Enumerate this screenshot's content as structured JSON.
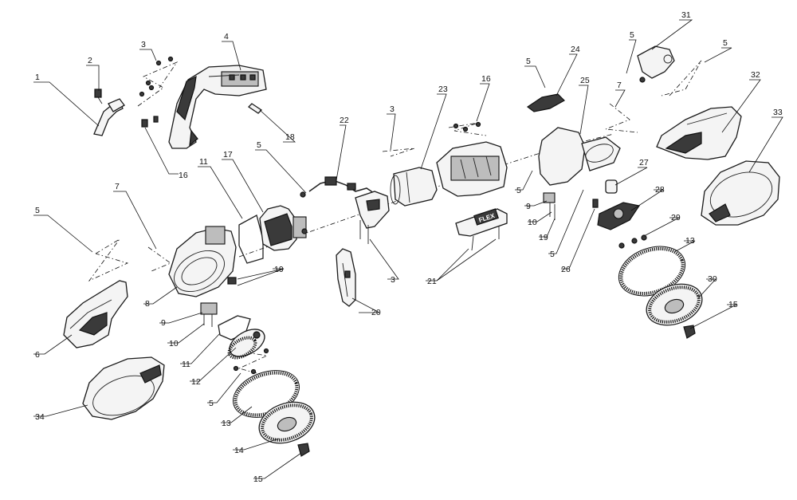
{
  "diagram": {
    "callouts": [
      {
        "id": "c1",
        "label": "1"
      },
      {
        "id": "c2",
        "label": "2"
      },
      {
        "id": "c3a",
        "label": "3"
      },
      {
        "id": "c4",
        "label": "4"
      },
      {
        "id": "c16a",
        "label": "16"
      },
      {
        "id": "c18",
        "label": "18"
      },
      {
        "id": "c5a",
        "label": "5"
      },
      {
        "id": "c7a",
        "label": "7"
      },
      {
        "id": "c11a",
        "label": "11"
      },
      {
        "id": "c17",
        "label": "17"
      },
      {
        "id": "c5b",
        "label": "5"
      },
      {
        "id": "c22",
        "label": "22"
      },
      {
        "id": "c3b",
        "label": "3"
      },
      {
        "id": "c23",
        "label": "23"
      },
      {
        "id": "c16b",
        "label": "16"
      },
      {
        "id": "c5c",
        "label": "5"
      },
      {
        "id": "c24",
        "label": "24"
      },
      {
        "id": "c25",
        "label": "25"
      },
      {
        "id": "c5d",
        "label": "5"
      },
      {
        "id": "c31",
        "label": "31"
      },
      {
        "id": "c5e",
        "label": "5"
      },
      {
        "id": "c32",
        "label": "32"
      },
      {
        "id": "c7b",
        "label": "7"
      },
      {
        "id": "c33",
        "label": "33"
      },
      {
        "id": "c27",
        "label": "27"
      },
      {
        "id": "c5f",
        "label": "5"
      },
      {
        "id": "c9a",
        "label": "9"
      },
      {
        "id": "c10a",
        "label": "10"
      },
      {
        "id": "c19a",
        "label": "19"
      },
      {
        "id": "c28",
        "label": "28"
      },
      {
        "id": "c29",
        "label": "29"
      },
      {
        "id": "c5g",
        "label": "5"
      },
      {
        "id": "c26",
        "label": "26"
      },
      {
        "id": "c13a",
        "label": "13"
      },
      {
        "id": "c30",
        "label": "30"
      },
      {
        "id": "c15a",
        "label": "15"
      },
      {
        "id": "c21",
        "label": "21"
      },
      {
        "id": "c3c",
        "label": "3"
      },
      {
        "id": "c20",
        "label": "20"
      },
      {
        "id": "c8",
        "label": "8"
      },
      {
        "id": "c19b",
        "label": "19"
      },
      {
        "id": "c9b",
        "label": "9"
      },
      {
        "id": "c10b",
        "label": "10"
      },
      {
        "id": "c11b",
        "label": "11"
      },
      {
        "id": "c6",
        "label": "6"
      },
      {
        "id": "c12",
        "label": "12"
      },
      {
        "id": "c5h",
        "label": "5"
      },
      {
        "id": "c34",
        "label": "34"
      },
      {
        "id": "c13b",
        "label": "13"
      },
      {
        "id": "c14",
        "label": "14"
      },
      {
        "id": "c15b",
        "label": "15"
      }
    ],
    "brand_text": "FLEX"
  }
}
